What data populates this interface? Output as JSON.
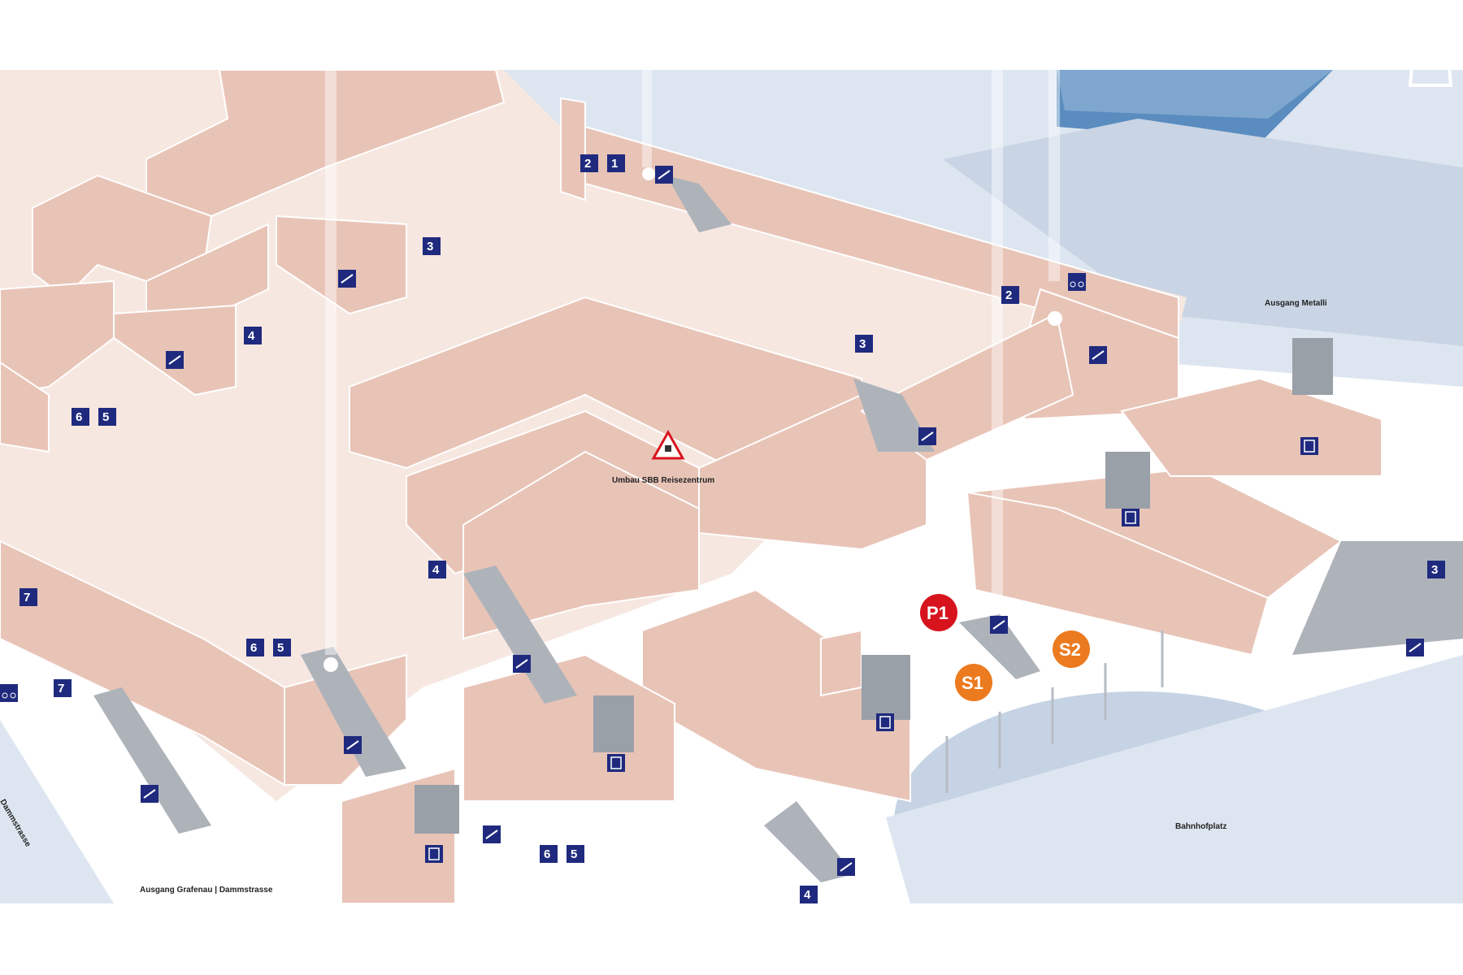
{
  "colors": {
    "wall_fill": "#e8c4b7",
    "wall_stroke": "#ffffff",
    "floor": "#f6e7e1",
    "platform_blue": "#dde6f0",
    "roof_blue": "#5a8cbf",
    "sign_blue": "#1f2a7e",
    "p1_red": "#d7141e",
    "s_orange": "#ec7a1e"
  },
  "labels": {
    "exit_metalli": "Ausgang Metalli",
    "construction": "Umbau SBB Reisezentrum",
    "bahnhofplatz": "Bahnhofplatz",
    "exit_grafenau": "Ausgang Grafenau | Dammstrasse",
    "dammstrasse": "Dammstrasse"
  },
  "platforms": [
    "2",
    "1",
    "3",
    "4",
    "6",
    "5",
    "2",
    "3",
    "4",
    "6",
    "5",
    "7",
    "7",
    "6",
    "5",
    "4",
    "3"
  ],
  "transit_markers": [
    {
      "label": "P1",
      "color": "#d7141e"
    },
    {
      "label": "S1",
      "color": "#ec7a1e"
    },
    {
      "label": "S2",
      "color": "#ec7a1e"
    }
  ],
  "icons": [
    "escalator-icon",
    "elevator-icon",
    "bicycle-icon",
    "construction-warning-icon",
    "shopping-bag-icon"
  ]
}
